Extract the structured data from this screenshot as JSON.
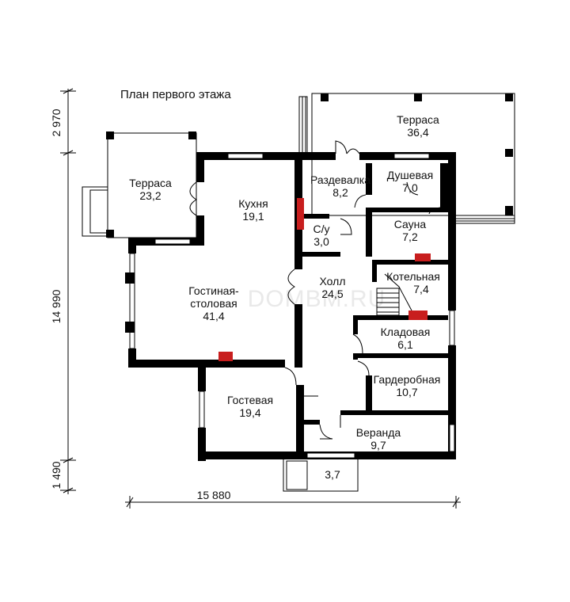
{
  "title": "План первого этажа",
  "watermark": "DOMBM.RU",
  "rooms": [
    {
      "id": "terrace_large",
      "name": "Терраса",
      "area": "36,4"
    },
    {
      "id": "terrace_small",
      "name": "Терраса",
      "area": "23,2"
    },
    {
      "id": "kitchen",
      "name": "Кухня",
      "area": "19,1"
    },
    {
      "id": "cloakroom",
      "name": "Раздевалка",
      "area": "8,2"
    },
    {
      "id": "shower",
      "name": "Душевая",
      "area": "7,0"
    },
    {
      "id": "sauna",
      "name": "Сауна",
      "area": "7,2"
    },
    {
      "id": "wc",
      "name": "С/у",
      "area": "3,0"
    },
    {
      "id": "hall",
      "name": "Холл",
      "area": "24,5"
    },
    {
      "id": "boiler",
      "name": "Котельная",
      "area": "7,4"
    },
    {
      "id": "living",
      "name": "Гостиная-",
      "name2": "столовая",
      "area": "41,4"
    },
    {
      "id": "pantry",
      "name": "Кладовая",
      "area": "6,1"
    },
    {
      "id": "wardrobe",
      "name": "Гардеробная",
      "area": "10,7"
    },
    {
      "id": "guest",
      "name": "Гостевая",
      "area": "19,4"
    },
    {
      "id": "veranda",
      "name": "Веранда",
      "area": "9,7"
    },
    {
      "id": "porch",
      "name": "",
      "area": "3,7"
    }
  ],
  "dimensions": {
    "top_offset": "2 970",
    "height": "14 990",
    "bottom_offset": "1 490",
    "width": "15 880"
  },
  "colors": {
    "wall": "#000000",
    "chimney": "#c81e1e",
    "background": "#ffffff"
  }
}
